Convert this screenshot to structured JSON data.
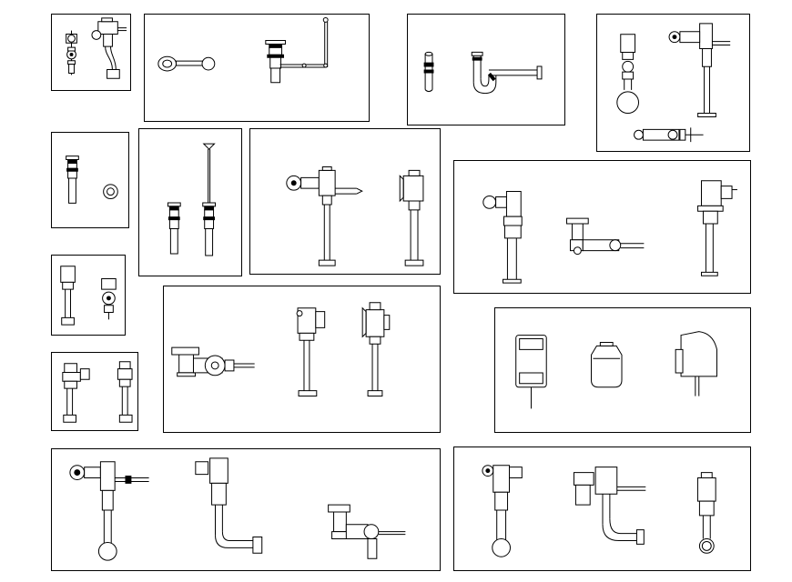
{
  "drawing": {
    "theme": {
      "line_color": "#000000",
      "background": "#ffffff"
    },
    "panels": [
      {
        "id": "p1",
        "components": [
          "flush-valve-front",
          "flush-valve-side"
        ]
      },
      {
        "id": "p2",
        "components": [
          "drain-stopper-lever",
          "pop-up-drain-assembly"
        ]
      },
      {
        "id": "p3",
        "components": [
          "tailpiece",
          "p-trap"
        ]
      },
      {
        "id": "p4",
        "components": [
          "flush-valve-sphere",
          "flush-valve-tall",
          "flush-valve-horizontal"
        ]
      },
      {
        "id": "p5",
        "components": [
          "pop-up-drain-body",
          "drain-nut"
        ]
      },
      {
        "id": "p6",
        "components": [
          "drain-body",
          "pop-up-rod-drain"
        ]
      },
      {
        "id": "p7",
        "components": [
          "flush-valve-stand-front",
          "flush-valve-stand-side"
        ]
      },
      {
        "id": "p8",
        "components": [
          "flush-valve-left",
          "flush-valve-horizontal",
          "flush-valve-right"
        ]
      },
      {
        "id": "p9",
        "components": [
          "flush-valve-small-side",
          "flush-valve-small-front"
        ]
      },
      {
        "id": "p10",
        "components": [
          "flush-valve-horizontal",
          "flush-valve-stand-a",
          "flush-valve-stand-b"
        ]
      },
      {
        "id": "p11",
        "components": [
          "flush-valve-small-a",
          "flush-valve-small-b"
        ]
      },
      {
        "id": "p12",
        "components": [
          "sensor-flush-box",
          "sensor-cover",
          "sensor-side-unit"
        ]
      },
      {
        "id": "p13",
        "components": [
          "flush-valve-ball",
          "flush-valve-bent-pipe",
          "flush-valve-horizontal-bowl"
        ]
      },
      {
        "id": "p14",
        "components": [
          "flush-valve-ball",
          "flush-valve-offset-pipe",
          "flush-valve-ring-base"
        ]
      }
    ]
  }
}
